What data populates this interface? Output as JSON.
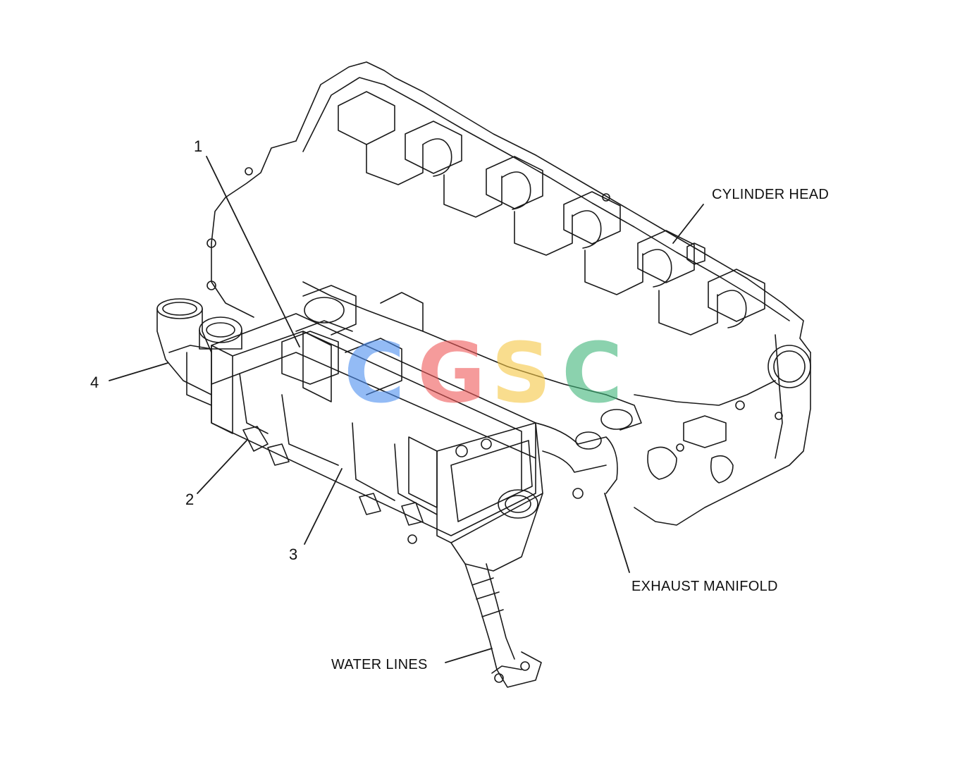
{
  "callouts": {
    "part_1": "1",
    "part_2": "2",
    "part_3": "3",
    "part_4": "4",
    "cylinder_head": "CYLINDER HEAD",
    "exhaust_manifold": "EXHAUST MANIFOLD",
    "water_lines": "WATER LINES"
  },
  "watermark": {
    "letters": [
      "C",
      "G",
      "S",
      "C"
    ],
    "colors": [
      "#4d8ef0",
      "#ef5a5a",
      "#f6c744",
      "#3fb57a"
    ]
  },
  "line_color": "#1a1a1a"
}
